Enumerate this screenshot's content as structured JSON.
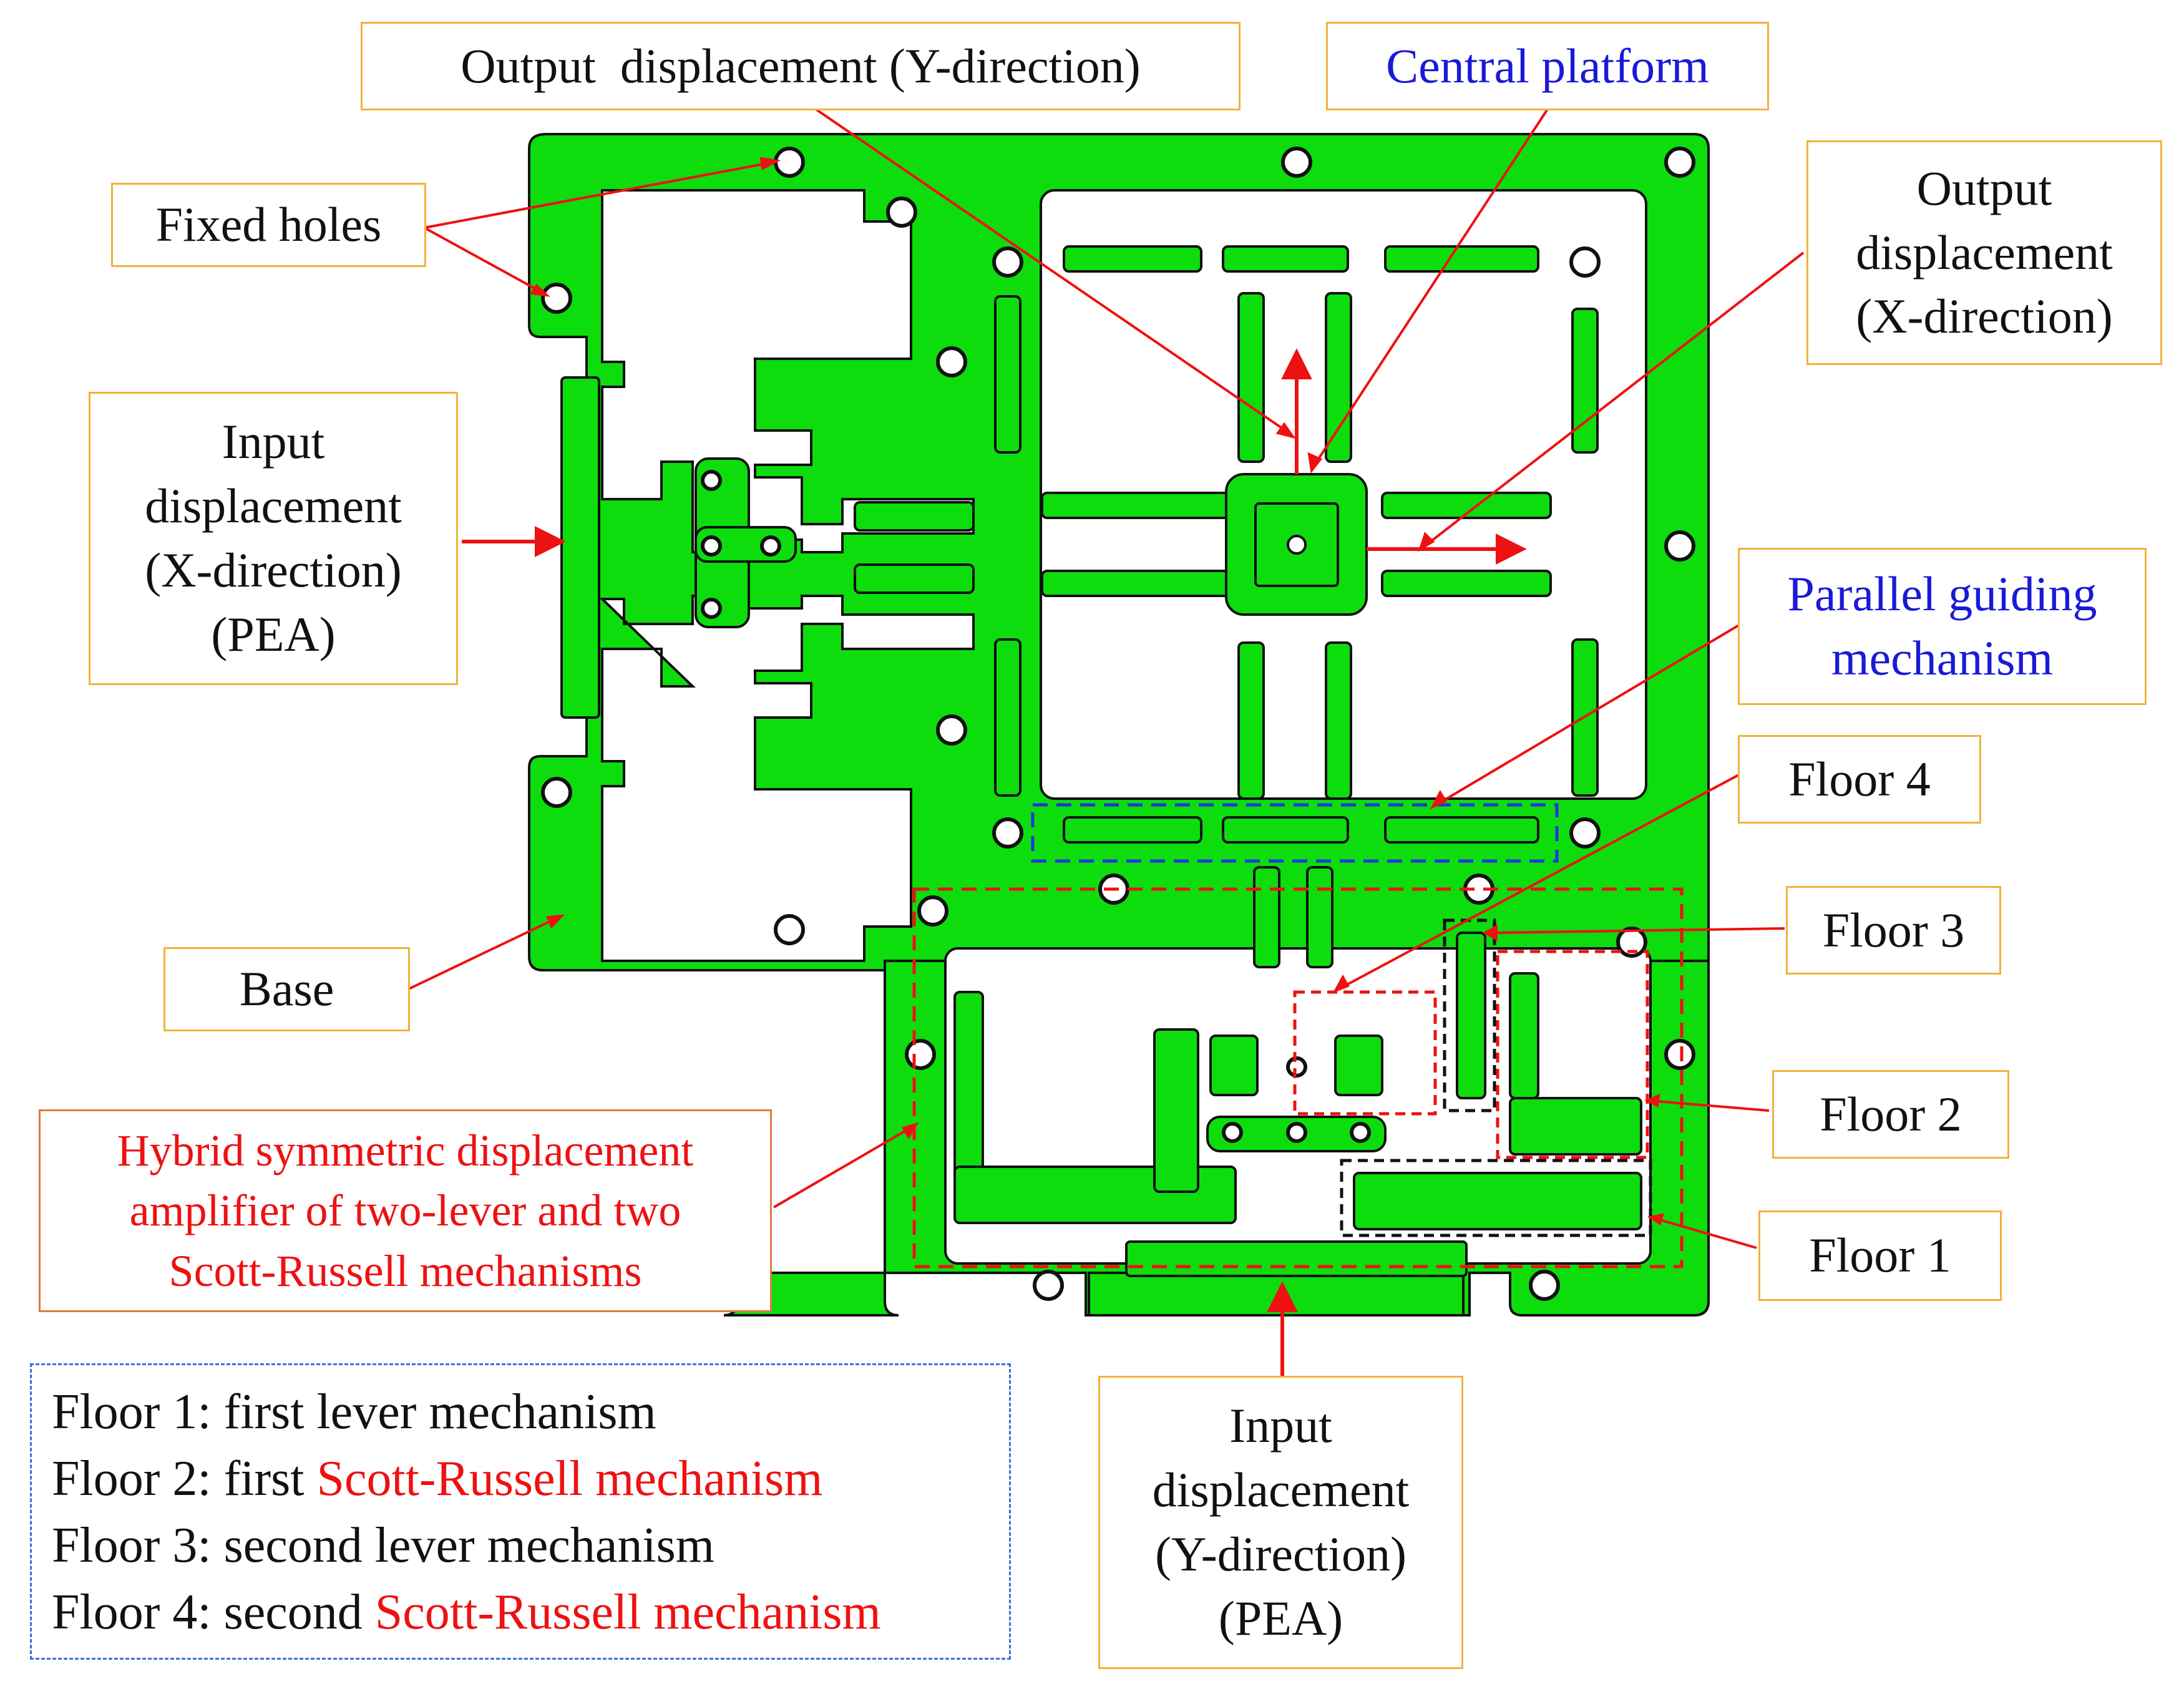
{
  "labels": {
    "output_y": "Output  displacement (Y-direction)",
    "central_platform": "Central platform",
    "fixed_holes": "Fixed holes",
    "output_x": [
      "Output",
      "displacement",
      "(X-direction)"
    ],
    "input_x": [
      "Input",
      "displacement",
      "(X-direction)",
      "(PEA)"
    ],
    "parallel_guiding": [
      "Parallel guiding",
      "mechanism"
    ],
    "floor4": "Floor 4",
    "floor3": "Floor 3",
    "floor2": "Floor 2",
    "floor1": "Floor 1",
    "base": "Base",
    "hybrid": [
      "Hybrid symmetric displacement",
      "amplifier of two-lever and two",
      "Scott-Russell mechanisms"
    ],
    "input_y": [
      "Input",
      "displacement",
      "(Y-direction)",
      "(PEA)"
    ]
  },
  "legend": [
    {
      "prefix": "Floor 1: first lever mechanism",
      "highlight": ""
    },
    {
      "prefix": "Floor 2: first ",
      "highlight": "Scott-Russell mechanism"
    },
    {
      "prefix": "Floor 3: second lever mechanism",
      "highlight": ""
    },
    {
      "prefix": "Floor 4: second ",
      "highlight": "Scott-Russell mechanism"
    }
  ],
  "colors": {
    "body": "#0ddd0d",
    "slot": "#ffffff",
    "outline": "#111111",
    "label_border": "#f0b23c",
    "arrow": "#ee1111",
    "guide_box": "#1a35e0",
    "floor_box_red": "#ee1111",
    "floor_box_black": "#111111"
  }
}
